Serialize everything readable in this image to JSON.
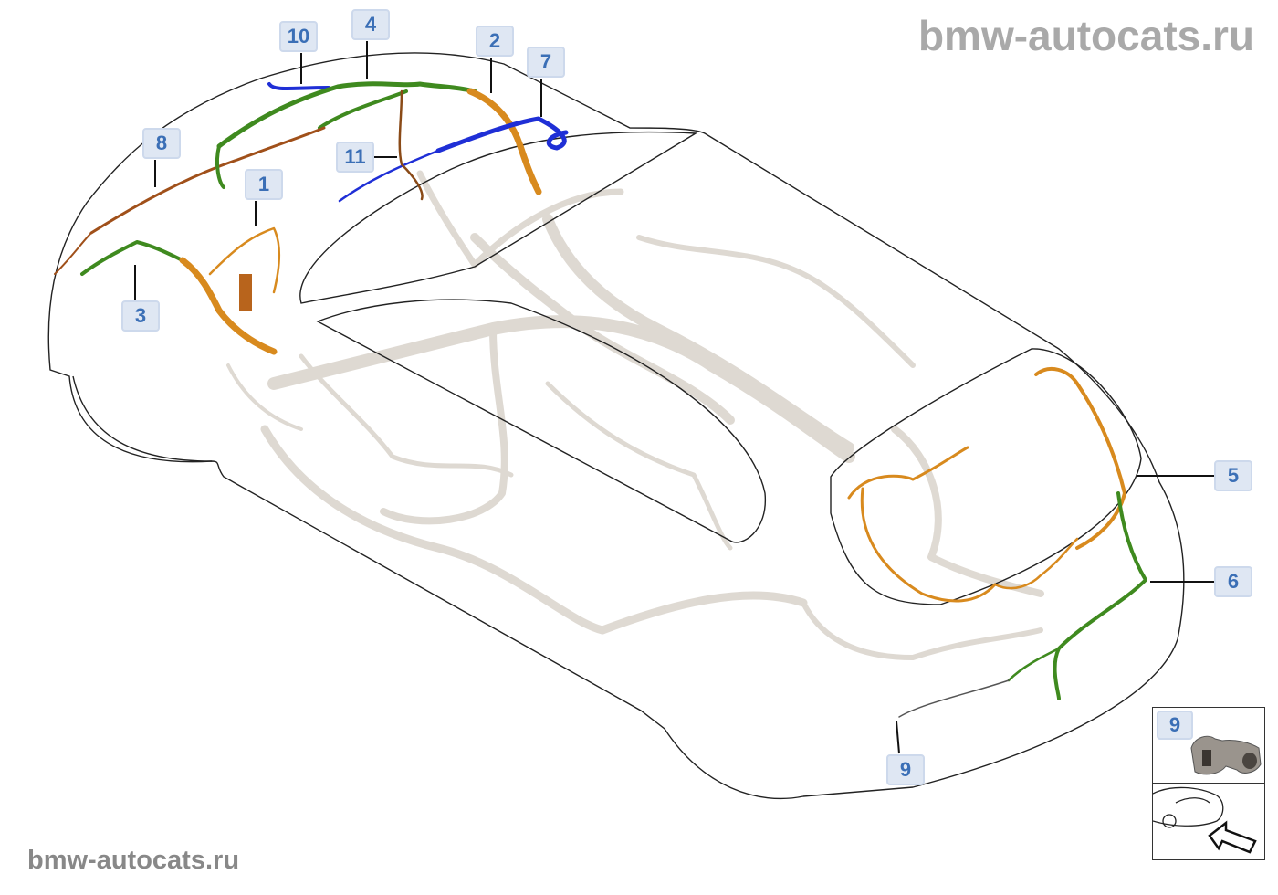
{
  "watermark": {
    "top": "bmw-autocats.ru",
    "bottom": "bmw-autocats.ru"
  },
  "callouts": [
    {
      "id": "10",
      "label": "10"
    },
    {
      "id": "4",
      "label": "4"
    },
    {
      "id": "2",
      "label": "2"
    },
    {
      "id": "7",
      "label": "7"
    },
    {
      "id": "8",
      "label": "8"
    },
    {
      "id": "1",
      "label": "1"
    },
    {
      "id": "11",
      "label": "11"
    },
    {
      "id": "3",
      "label": "3"
    },
    {
      "id": "5",
      "label": "5"
    },
    {
      "id": "6",
      "label": "6"
    },
    {
      "id": "9",
      "label": "9"
    }
  ],
  "inset": {
    "label": "9",
    "icons": [
      "grommet-part-icon",
      "view-direction-arrow-icon"
    ]
  },
  "colors": {
    "callout_text": "#3b6fb6",
    "callout_bg": "#dfe7f3",
    "wire_orange": "#d88a1e",
    "wire_green": "#3f8a1f",
    "wire_blue": "#1f2fd6",
    "harness_gray": "#d6d0c8"
  }
}
